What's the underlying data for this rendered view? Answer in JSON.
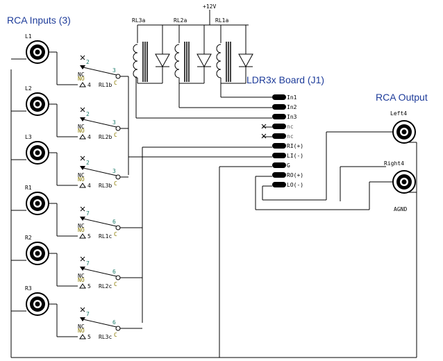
{
  "titles": {
    "inputs": "RCA Inputs  (3)",
    "board": "LDR3x Board  (J1)",
    "output": "RCA Output"
  },
  "supply": "+12V",
  "relay_coils": [
    "RL3a",
    "RL2a",
    "RL1a"
  ],
  "inputs": [
    {
      "label": "L1",
      "relay": "RL1b",
      "nc_pin": "2",
      "no_pin": "4",
      "c_pin": "3",
      "nc": "NC",
      "no": "NO",
      "c": "C"
    },
    {
      "label": "L2",
      "relay": "RL2b",
      "nc_pin": "2",
      "no_pin": "4",
      "c_pin": "3",
      "nc": "NC",
      "no": "NO",
      "c": "C"
    },
    {
      "label": "L3",
      "relay": "RL3b",
      "nc_pin": "2",
      "no_pin": "4",
      "c_pin": "3",
      "nc": "NC",
      "no": "NO",
      "c": "C"
    },
    {
      "label": "R1",
      "relay": "RL1c",
      "nc_pin": "7",
      "no_pin": "5",
      "c_pin": "6",
      "nc": "NC",
      "no": "NO",
      "c": "C"
    },
    {
      "label": "R2",
      "relay": "RL2c",
      "nc_pin": "7",
      "no_pin": "5",
      "c_pin": "6",
      "nc": "NC",
      "no": "NO",
      "c": "C"
    },
    {
      "label": "R3",
      "relay": "RL3c",
      "nc_pin": "7",
      "no_pin": "5",
      "c_pin": "6",
      "nc": "NC",
      "no": "NO",
      "c": "C"
    }
  ],
  "connector_pins": [
    "In1",
    "In2",
    "In3",
    "nc",
    "nc",
    "RI(+)",
    "LI(-)",
    "G",
    "RO(+)",
    "LO(-)"
  ],
  "outputs": {
    "left": "Left4",
    "right": "Right4",
    "ground": "AGND"
  },
  "colors": {
    "title": "#1e3c9a",
    "no_label": "#8a7a00",
    "green_label": "#1a7a6a",
    "wire": "#000000"
  }
}
